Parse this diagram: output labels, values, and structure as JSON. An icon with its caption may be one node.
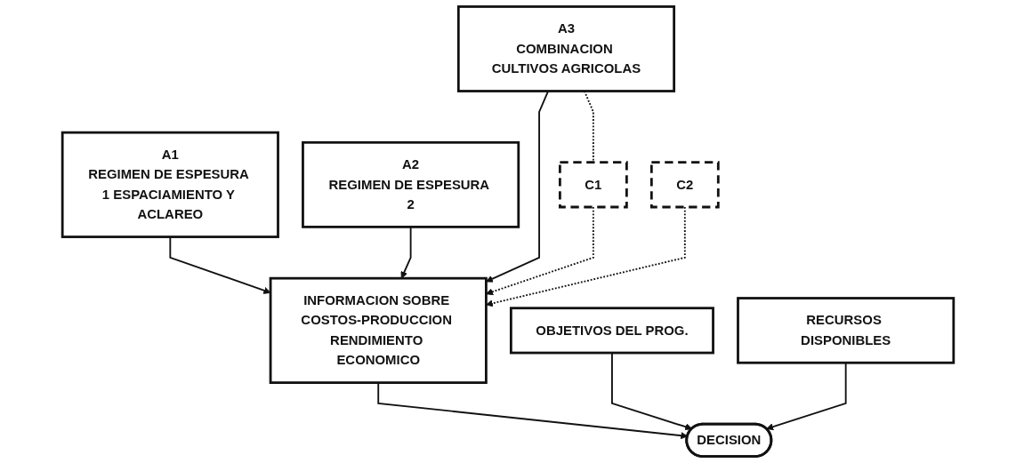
{
  "diagram": {
    "nodes": [
      {
        "text": [
          "A1",
          "REGIMEN DE ESPESURA 1 ESPACIAMIENTO Y ACLAREO"
        ]
      },
      {
        "text": [
          "A2",
          "REGIMEN DE ESPESURA 2"
        ]
      },
      {
        "text": [
          "A3",
          "COMBINACION CULTIVOS AGRICOLAS"
        ]
      },
      {
        "text": [
          "C1"
        ]
      },
      {
        "text": [
          "C2"
        ]
      },
      {
        "text": [
          "INFORMACION SOBRE COSTOS-PRODUCCION RENDIMIENTO ECONOMICO"
        ]
      },
      {
        "text": [
          "OBJETIVOS DEL PROG."
        ]
      },
      {
        "text": [
          "DECISION"
        ]
      },
      {
        "text": [
          "RECURSOS DISPONIBLES"
        ]
      }
    ],
    "edges": [
      {
        "from": 0,
        "to": 5,
        "arrow": "to"
      },
      {
        "from": 1,
        "to": 5,
        "arrow": "to"
      },
      {
        "from": 2,
        "to": 5,
        "arrow": "to"
      },
      {
        "from": 3,
        "to": 5,
        "arrow": "to",
        "style": "dashed"
      },
      {
        "from": 4,
        "to": 5,
        "arrow": "to",
        "style": "dashed"
      },
      {
        "from": 2,
        "to": 3,
        "arrow": "none",
        "style": "dashed"
      },
      {
        "from": 5,
        "to": 7,
        "arrow": "to"
      },
      {
        "from": 6,
        "to": 7,
        "arrow": "to"
      },
      {
        "from": 8,
        "to": 7,
        "arrow": "to"
      }
    ]
  }
}
